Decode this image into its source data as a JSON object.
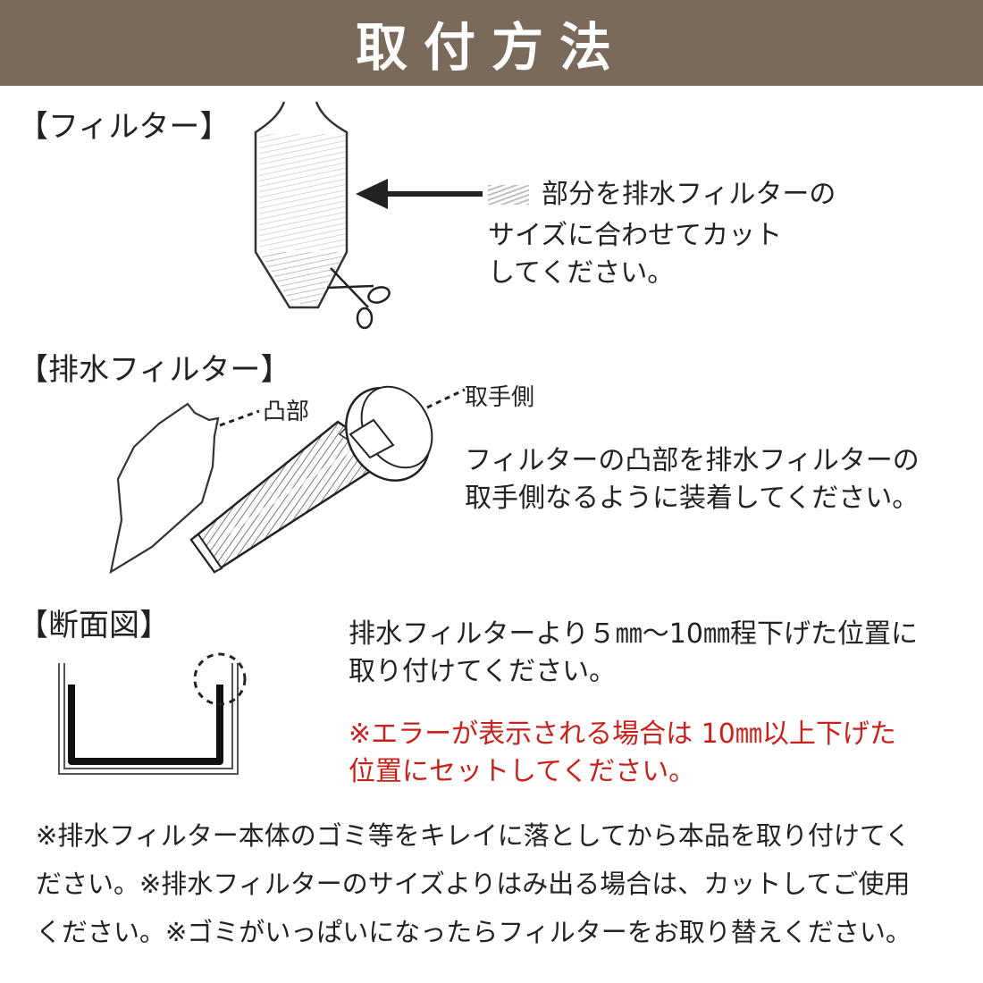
{
  "title": "取付方法",
  "sections": {
    "filter": {
      "label": "【フィルター】",
      "instruction": [
        "部分を排水フィルターの",
        "サイズに合わせてカット",
        "してください。"
      ]
    },
    "drain_filter": {
      "label": "【排水フィルター】",
      "callout_bump": "凸部",
      "callout_handle": "取手側",
      "instruction": [
        "フィルターの凸部を排水フィルターの",
        "取手側なるように装着してください。"
      ]
    },
    "cross_section": {
      "label": "【断面図】",
      "instruction": [
        "排水フィルターより５㎜～10㎜程下げた位置に",
        "取り付けてください。"
      ],
      "warning": [
        "※エラーが表示される場合は 10㎜以上下げた",
        "位置にセットしてください。"
      ]
    }
  },
  "notes": [
    "※排水フィルター本体のゴミ等をキレイに落としてから本品を取り付けてく",
    "ださい。※排水フィルターのサイズよりはみ出る場合は、カットしてご使用",
    "ください。※ゴミがいっぱいになったらフィルターをお取り替えください。"
  ],
  "colors": {
    "banner": "#7a6a5c",
    "warning": "#c8211c",
    "text": "#222222"
  },
  "icons": [
    "arrow-left-icon",
    "scissors-icon",
    "hatch-swatch-icon"
  ]
}
